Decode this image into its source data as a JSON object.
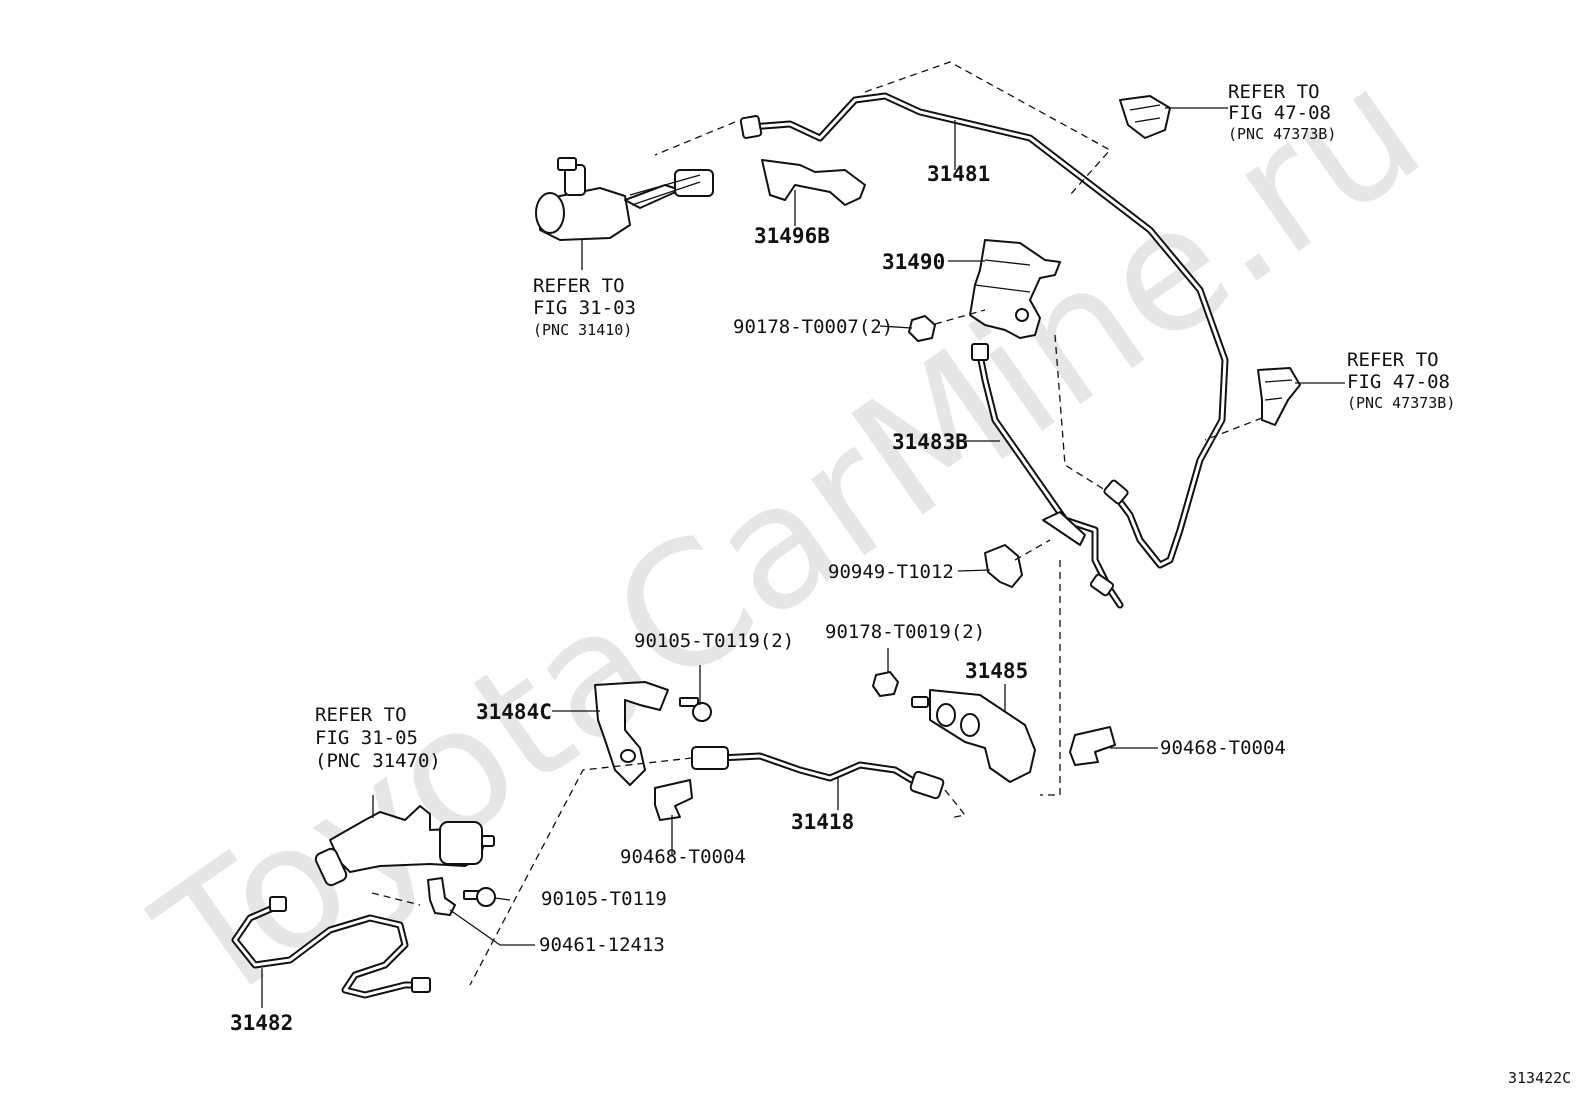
{
  "watermark": "ToyotaCarMine.ru",
  "figure_code": "313422C",
  "references": [
    {
      "line1": "REFER TO",
      "line2": "FIG 47-08",
      "line3": "(PNC 47373B)"
    },
    {
      "line1": "REFER TO",
      "line2": "FIG 31-03",
      "line3": "(PNC 31410)"
    },
    {
      "line1": "REFER TO",
      "line2": "FIG 47-08",
      "line3": "(PNC 47373B)"
    },
    {
      "line1": "REFER TO",
      "line2": "FIG 31-05",
      "line3": "(PNC 31470)"
    }
  ],
  "parts": {
    "p31481": "31481",
    "p31496B": "31496B",
    "p31490": "31490",
    "p90178_T0007": "90178-T0007(2)",
    "p31483B": "31483B",
    "p90949_T1012": "90949-T1012",
    "p90105_T0119_2": "90105-T0119(2)",
    "p90178_T0019": "90178-T0019(2)",
    "p31485": "31485",
    "p31484C": "31484C",
    "p90468_T0004_r": "90468-T0004",
    "p90468_T0004_l": "90468-T0004",
    "p31418": "31418",
    "p90105_T0119": "90105-T0119",
    "p90461_12413": "90461-12413",
    "p31482": "31482"
  }
}
